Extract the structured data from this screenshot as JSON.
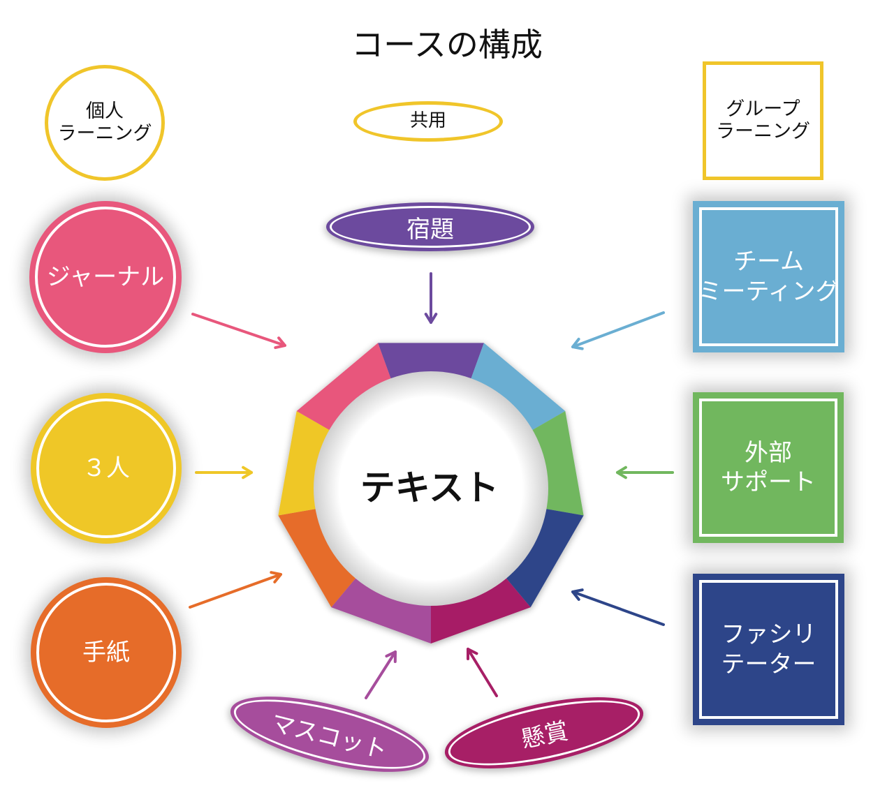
{
  "title": "コースの構成",
  "headers": {
    "individual": "個人\nラーニング",
    "shared": "共用",
    "group": "グループ\nラーニング"
  },
  "center": {
    "label": "テキスト"
  },
  "nodes": {
    "journal": "ジャーナル",
    "three_people": "３人",
    "letter": "手紙",
    "homework": "宿題",
    "mascot": "マスコット",
    "prize": "懸賞",
    "team_meeting": "チーム\nミーティング",
    "external_support": "外部\nサポート",
    "facilitator": "ファシリ\nテーター"
  },
  "colors": {
    "header_border": "#f0c52a",
    "journal": "#e8577c",
    "three_people": "#efc727",
    "letter": "#e66c29",
    "homework": "#6c4a9e",
    "mascot": "#a64d9c",
    "prize": "#a71f66",
    "team_meeting": "#6aaed2",
    "external_support": "#71b75e",
    "facilitator": "#2d4589"
  }
}
